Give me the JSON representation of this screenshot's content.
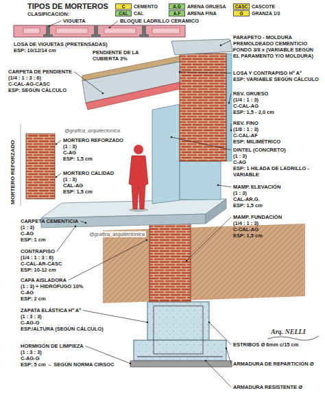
{
  "diagram": {
    "title": "TIPOS DE MORTEROS",
    "labels": [
      "CLASIFICACIÓN:",
      "C",
      "CAL",
      "A.G",
      "A.F",
      "CASC",
      "G",
      "VIGUETA",
      "BLOQUE LADRILLO CERÁMICO",
      "LOSA DE VIGUETAS (PRETENSADAS)",
      "ESP: 10/12/14 cm",
      "PENDIENTE DE LA CUBIERTA 3%",
      "CARPETA DE PENDIENTE",
      "(1/4 : 1 : 3 : 6)",
      "C-CAL-AG-CASC",
      "ESP: SEGÚN CÁLCULO",
      "MORTERO REFORZADO",
      "MORTERO REFORZADO",
      "(1 : 3)",
      "C-AG",
      "ESP: 1,5 cm",
      "MORTERO CALIDAD",
      "(1 : 3)",
      "CAL-AG",
      "ESP: 1,5 cm",
      "CARPETA CEMENTICIA",
      "(1 : 3)",
      "C-AG",
      "ESP: 1 cm",
      "CONTRAPISO",
      "(1/4 : 1 : 3 : 6)",
      "C-CAL-AR-CASC",
      "ESP: 10-12 cm",
      "CAPA AISLADORA",
      "(1 : 3) + HIDRÓFUGO 10%",
      "C-AG",
      "ESP: 2 cm",
      "ZAPATA ELÁSTICA Hº Aº",
      "(1 : 3 : 3)",
      "C-AG-G",
      "ESP./ALTURA (SEGÚN CÁLCULO)",
      "HORMIGÓN DE LIMPIEZA",
      "(1 : 3 : 3)",
      "C-AG-G",
      "ESP: 5 cm → SEGÚN NORMA CIRSOC",
      "PARAPETO - MOLDURA PREMOLDEADO CEMENTICIO",
      "FONDO 3/8 x (VARIABLE SEGÚN EL PARAMENTO Y/O MOLDURA)",
      "LOSA Y CONTRAPISO Hº Aº",
      "ESP: VARIABLE SEGÚN CÁLCULO",
      "REV. GRUESO",
      "(1/4 : 1 : 3)",
      "C-CAL-AG",
      "ESP: 1,5 - 2,0 cm",
      "REV. FINO",
      "(1/8 : 1 : 3)",
      "C-CAL-AF",
      "ESP: MILIMÉTRICO",
      "DINTEL (CONCRETO)",
      "(1 : 3)",
      "C-AG",
      "ESP: 1 HILADA DE LADRILLO - VARIABLE",
      "MAMP. ELEVACIÓN",
      "(1 : 3)",
      "CAL-AR.G.",
      "ESP: 1,5 cm",
      "MAMP. FUNDACIÓN",
      "(1/4 : 1 : 3)",
      "C-CAL-AG",
      "ESP: 1,5 cm",
      "ESTRIBOS Ø 6mm c/15 cm",
      "ARMADURA DE REPARTICIÓN Ø",
      "ARMADURA RESISTENTE Ø",
      "@grafica_arquitectonica",
      "@grafica_arquitectonica",
      "Arq. NELLI"
    ],
    "legend": [
      {
        "text": "CEMENTO",
        "color": "#f3e23a"
      },
      {
        "text": "CAL",
        "color": "#8fd16c"
      },
      {
        "text": "ARENA GRUESA",
        "color": "#8fd16c"
      },
      {
        "text": "ARENA FINA",
        "color": "#8fd16c"
      },
      {
        "text": "CASCOTE",
        "color": "#f3e23a"
      },
      {
        "text": "GRANZA 1/3",
        "color": "#f3e23a"
      }
    ]
  }
}
